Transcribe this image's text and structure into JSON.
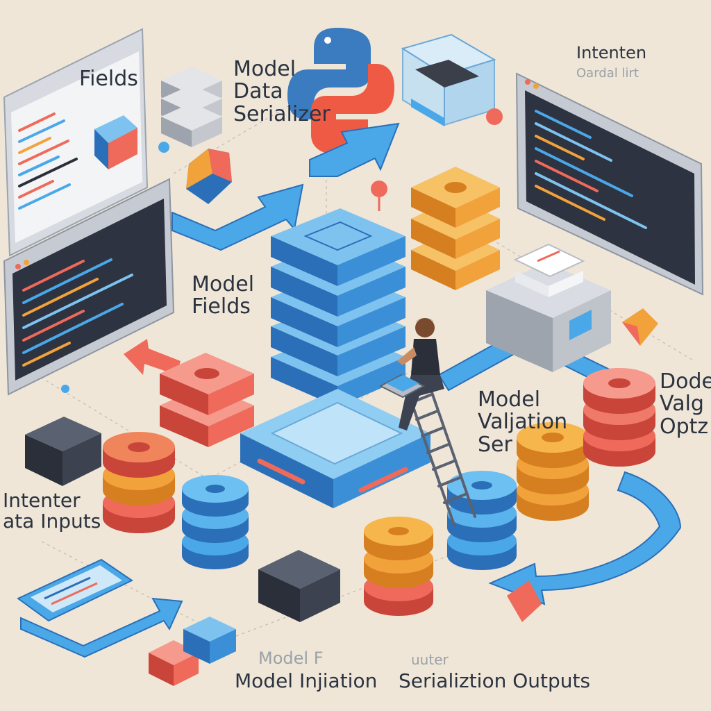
{
  "labels": {
    "fields": "Fields",
    "top_title_1": "Model",
    "top_title_2": "Data",
    "top_title_3": "Serializer",
    "intenten": "Intenten",
    "intenten_sub": "Oardal lirt",
    "model_fields_1": "Model",
    "model_fields_2": "Fields",
    "model_validation_1": "Model",
    "model_validation_2": "Valjation",
    "model_validation_3": "Ser",
    "right_edge_1": "Dode",
    "right_edge_2": "Valg",
    "right_edge_3": "Optz",
    "inputs_1": "Intenter",
    "inputs_2": "ata Inputs",
    "bottom_faint_1": "Model F",
    "bottom_faint_2": "uuter",
    "bottom_injation": "Model Injiation",
    "bottom_outputs": "Serializtion Outputs"
  },
  "icons": [
    "python-logo-icon",
    "python-shield-icon",
    "location-pin-icon",
    "cube-icon",
    "code-window-icon",
    "server-stack-icon",
    "database-disk-icon",
    "ladder-icon",
    "person-icon",
    "laptop-icon",
    "arrow-icon"
  ],
  "colors": {
    "background": "#efe6d8",
    "blue": "#4aa8e8",
    "blue_dark": "#2a6fb8",
    "orange": "#f2a23a",
    "red": "#ef6a5a",
    "navy": "#2a2f3a",
    "screen": "#2d3340",
    "gray": "#b8bcc4"
  }
}
